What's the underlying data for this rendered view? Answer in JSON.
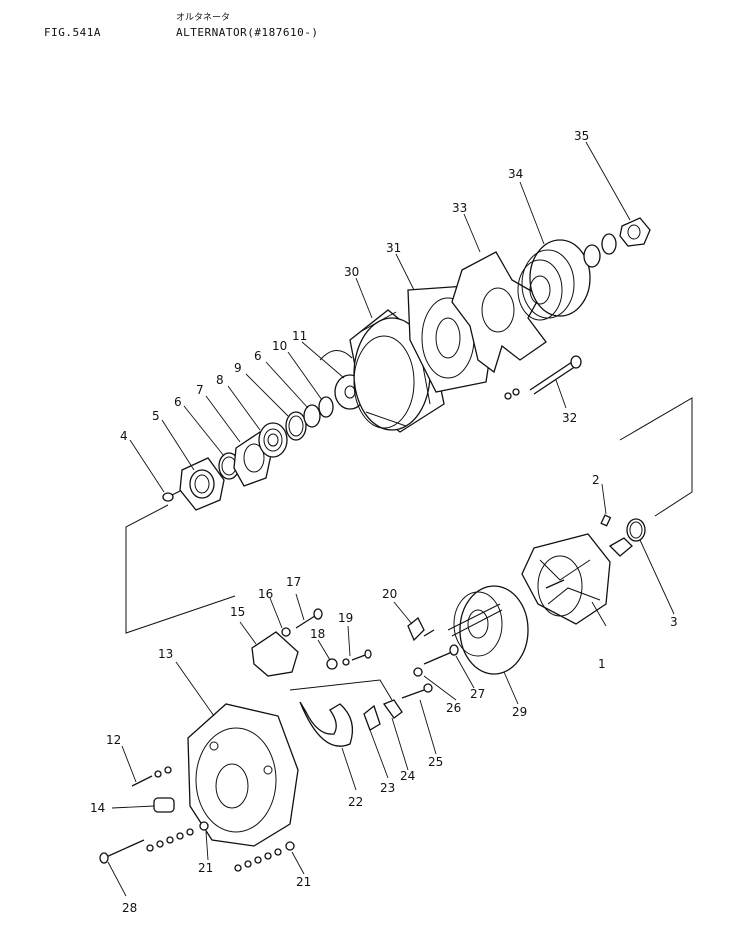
{
  "header": {
    "fig_label": "FIG.541A",
    "title_jp": "オルタネータ",
    "title_en": "ALTERNATOR(#187610-)"
  },
  "callouts": [
    "1",
    "2",
    "3",
    "4",
    "5",
    "6",
    "6",
    "7",
    "8",
    "9",
    "10",
    "11",
    "12",
    "13",
    "14",
    "15",
    "16",
    "17",
    "18",
    "19",
    "20",
    "21",
    "21",
    "22",
    "23",
    "24",
    "25",
    "26",
    "27",
    "28",
    "29",
    "30",
    "31",
    "32",
    "33",
    "34",
    "35"
  ]
}
